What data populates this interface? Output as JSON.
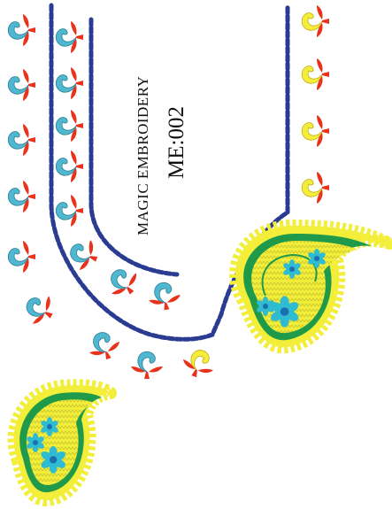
{
  "design": {
    "name": "MAGIC EMBROIDERY",
    "code": "ME:002"
  },
  "colors": {
    "chain_blue": "#2a3c92",
    "teal": "#4fb7cf",
    "red": "#e8321c",
    "yellow": "#f2ee3a",
    "green": "#1f9a4a",
    "zigzag": "#d8d640",
    "flower": "#2fbcd2",
    "flower_center": "#1b6fb0"
  },
  "motifs": {
    "left_column": "teal paisley buds with red leaves",
    "right_column": "yellow paisley buds with red leaves",
    "large_paisleys": "yellow paisley with green border and teal flowers"
  }
}
